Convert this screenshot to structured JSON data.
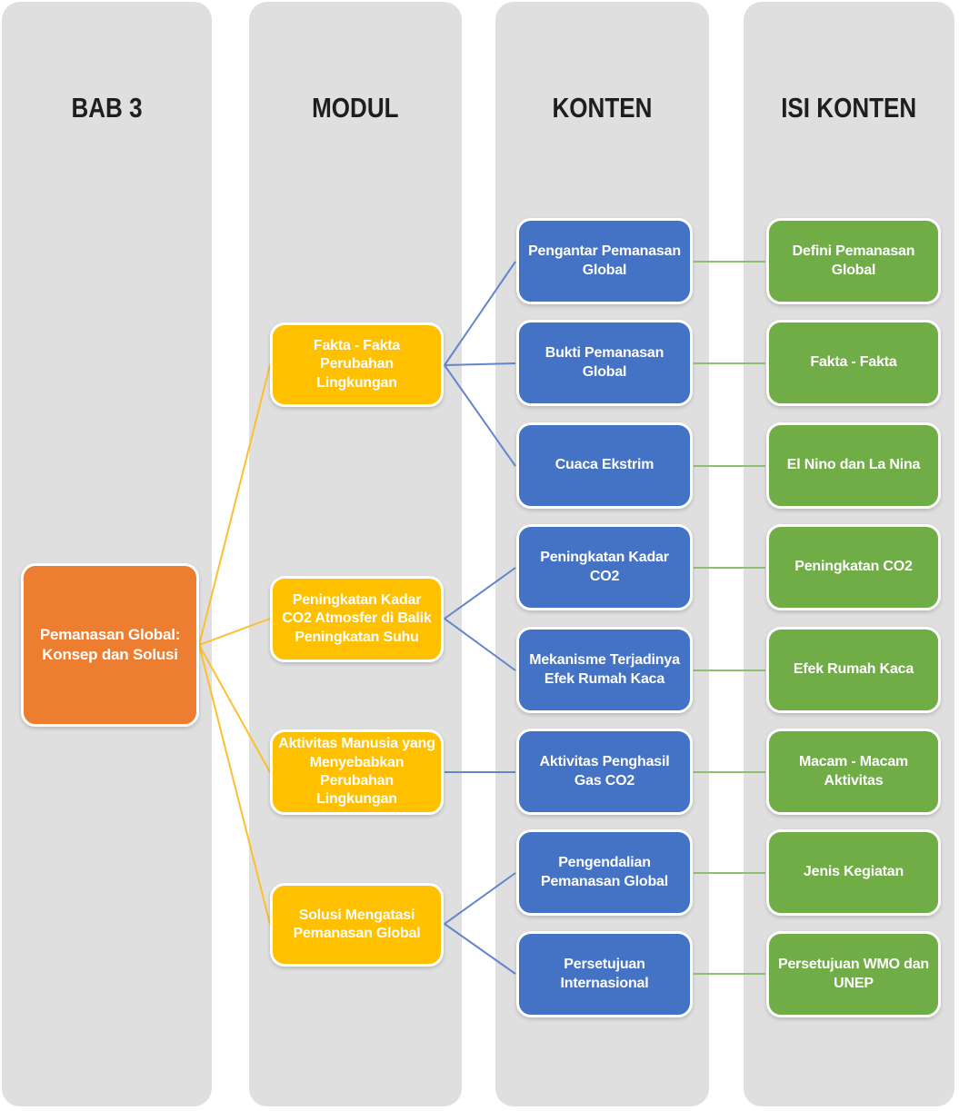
{
  "diagram": {
    "headers": [
      "BAB 3",
      "MODUL",
      "KONTEN",
      "ISI KONTEN"
    ],
    "root": {
      "label": "Pemanasan Global: Konsep dan Solusi"
    },
    "modul": [
      {
        "label": "Fakta - Fakta Perubahan Lingkungan",
        "konten_indexes": [
          0,
          1,
          2
        ]
      },
      {
        "label": "Peningkatan Kadar CO2 Atmosfer di Balik Peningkatan Suhu",
        "konten_indexes": [
          3,
          4
        ]
      },
      {
        "label": "Aktivitas Manusia yang Menyebabkan Perubahan Lingkungan",
        "konten_indexes": [
          5
        ]
      },
      {
        "label": "Solusi Mengatasi Pemanasan Global",
        "konten_indexes": [
          6,
          7
        ]
      }
    ],
    "konten": [
      {
        "label": "Pengantar Pemanasan Global"
      },
      {
        "label": "Bukti Pemanasan Global"
      },
      {
        "label": "Cuaca Ekstrim"
      },
      {
        "label": "Peningkatan Kadar CO2"
      },
      {
        "label": "Mekanisme Terjadinya Efek Rumah Kaca"
      },
      {
        "label": "Aktivitas Penghasil Gas CO2"
      },
      {
        "label": "Pengendalian Pemanasan Global"
      },
      {
        "label": "Persetujuan Internasional"
      }
    ],
    "isi_konten": [
      {
        "label": "Defini Pemanasan Global"
      },
      {
        "label": "Fakta - Fakta"
      },
      {
        "label": "El Nino dan La Nina"
      },
      {
        "label": "Peningkatan CO2"
      },
      {
        "label": "Efek Rumah Kaca"
      },
      {
        "label": "Macam - Macam Aktivitas"
      },
      {
        "label": "Jenis Kegiatan"
      },
      {
        "label": "Persetujuan WMO dan UNEP"
      }
    ],
    "konten_to_isi": [
      [
        0,
        0
      ],
      [
        1,
        1
      ],
      [
        2,
        2
      ],
      [
        3,
        3
      ],
      [
        4,
        4
      ],
      [
        5,
        5
      ],
      [
        6,
        6
      ],
      [
        7,
        7
      ]
    ]
  },
  "colors": {
    "col-bg": "#dfdfdf",
    "orange": "#ED7D31",
    "yellow": "#FFC000",
    "blue": "#4472C4",
    "green": "#70AD47",
    "edge-yellow": "#FCBF2D",
    "edge-blue": "#6286CC",
    "edge-green": "#8EBE71",
    "header-text": "#1e1e1e"
  }
}
